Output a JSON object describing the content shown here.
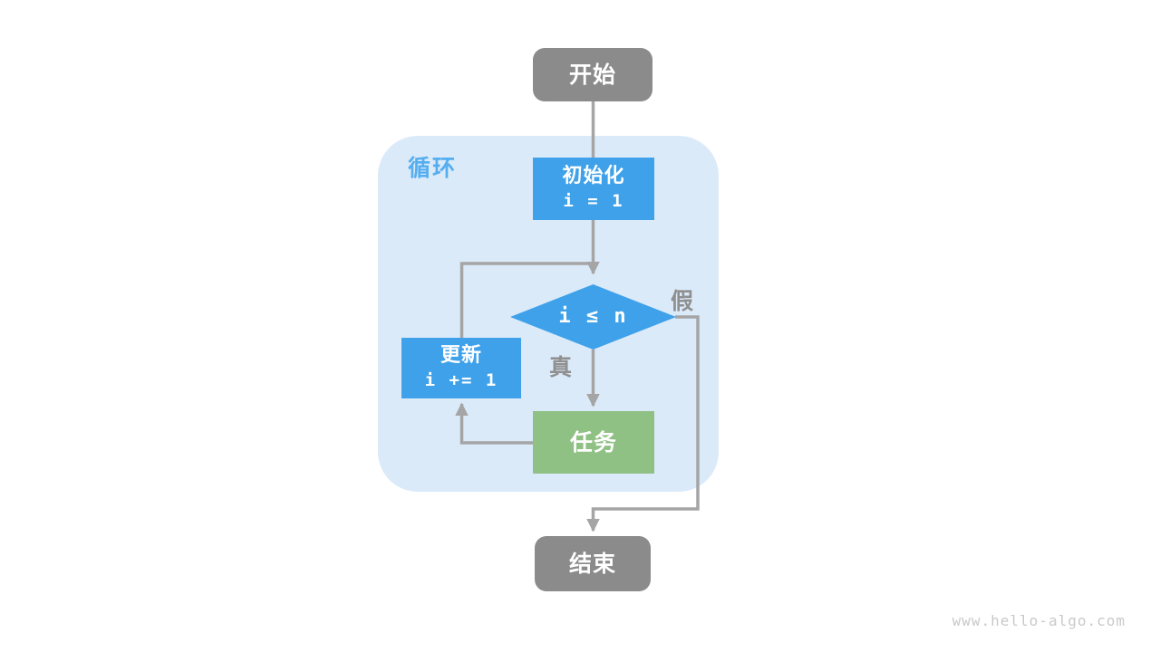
{
  "diagram": {
    "loop_label": "循环",
    "nodes": {
      "start": {
        "label": "开始"
      },
      "init": {
        "label": "初始化",
        "code": "i = 1"
      },
      "condition": {
        "code": "i ≤ n"
      },
      "update": {
        "label": "更新",
        "code": "i += 1"
      },
      "task": {
        "label": "任务"
      },
      "end": {
        "label": "结束"
      }
    },
    "branch_labels": {
      "true": "真",
      "false": "假"
    }
  },
  "watermark": "www.hello-algo.com",
  "colors": {
    "node_blue": "#3ea1e9",
    "node_green": "#8fc084",
    "node_gray": "#8b8b8b",
    "loop_bg": "#dbeaf9",
    "loop_label": "#55aeef",
    "line_color": "#a5a5a5",
    "tf_label": "#8f8f8f",
    "watermark": "#c9c9c9",
    "text_white": "#ffffff"
  }
}
